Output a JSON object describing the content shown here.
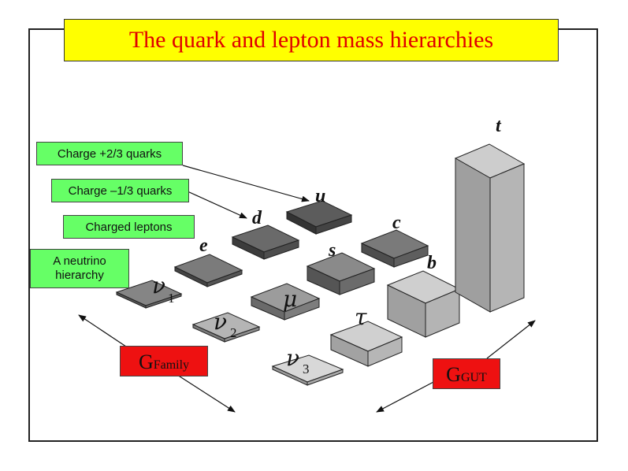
{
  "title": "The quark and lepton mass hierarchies",
  "labels": {
    "charge_up": "Charge +2/3 quarks",
    "charge_down": "Charge –1/3 quarks",
    "charged_leptons": "Charged leptons",
    "neutrino_line1": "A neutrino",
    "neutrino_line2": "hierarchy"
  },
  "particles": {
    "t": "t",
    "u": "u",
    "d": "d",
    "c": "c",
    "e": "e",
    "s": "s",
    "b": "b",
    "mu": "μ",
    "tau": "τ",
    "nu1": "ν",
    "nu1_sub": "1",
    "nu2": "ν",
    "nu2_sub": "2",
    "nu3": "ν",
    "nu3_sub": "3"
  },
  "groups": {
    "family_main": "G",
    "family_sub": "Family",
    "gut_main": "G",
    "gut_sub": "GUT"
  },
  "colors": {
    "title_bg": "#ffff00",
    "title_text": "#e00000",
    "label_bg": "#66ff66",
    "group_bg": "#ee1111"
  }
}
